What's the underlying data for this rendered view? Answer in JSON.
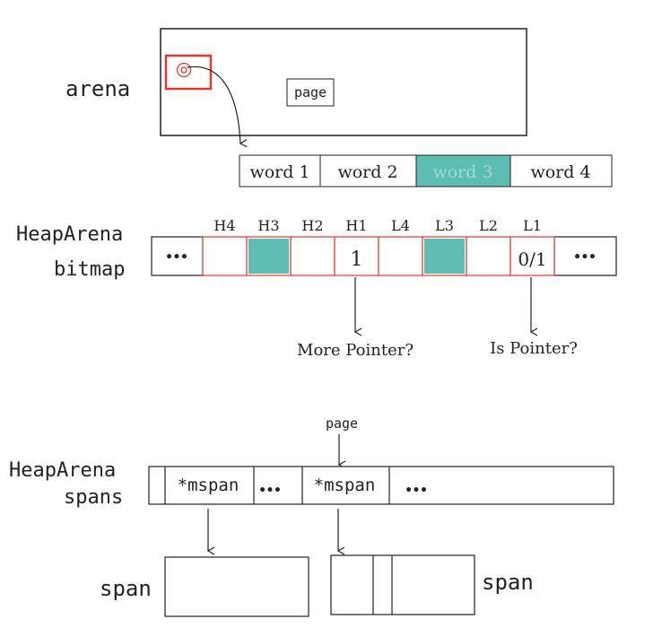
{
  "colors": {
    "teal": "#5dbdb2",
    "red_outline": "#e0392b",
    "stroke": "#222222"
  },
  "arena": {
    "label": "arena",
    "page_label": "page",
    "marker_icon": "concentric-circle-icon"
  },
  "words": [
    "word 1",
    "word 2",
    "word 3",
    "word 4"
  ],
  "highlighted_word": "word 3",
  "bitmap": {
    "label_line1": "HeapArena",
    "label_line2": "bitmap",
    "left_ellipsis": "•••",
    "right_ellipsis": "•••",
    "headers": [
      "H4",
      "H3",
      "H2",
      "H1",
      "L4",
      "L3",
      "L2",
      "L1"
    ],
    "cell_values": [
      "",
      "",
      "",
      "1",
      "",
      "",
      "",
      "0/1"
    ],
    "filled_cells": [
      "H3",
      "L3"
    ],
    "more_pointer": "More Pointer?",
    "is_pointer": "Is Pointer?"
  },
  "spans_row": {
    "label_line1": "HeapArena",
    "label_line2": "spans",
    "page_label": "page",
    "cells": [
      "*mspan",
      "•••",
      "*mspan",
      "•••"
    ]
  },
  "span_blocks": {
    "left_label": "span",
    "right_label": "span"
  }
}
